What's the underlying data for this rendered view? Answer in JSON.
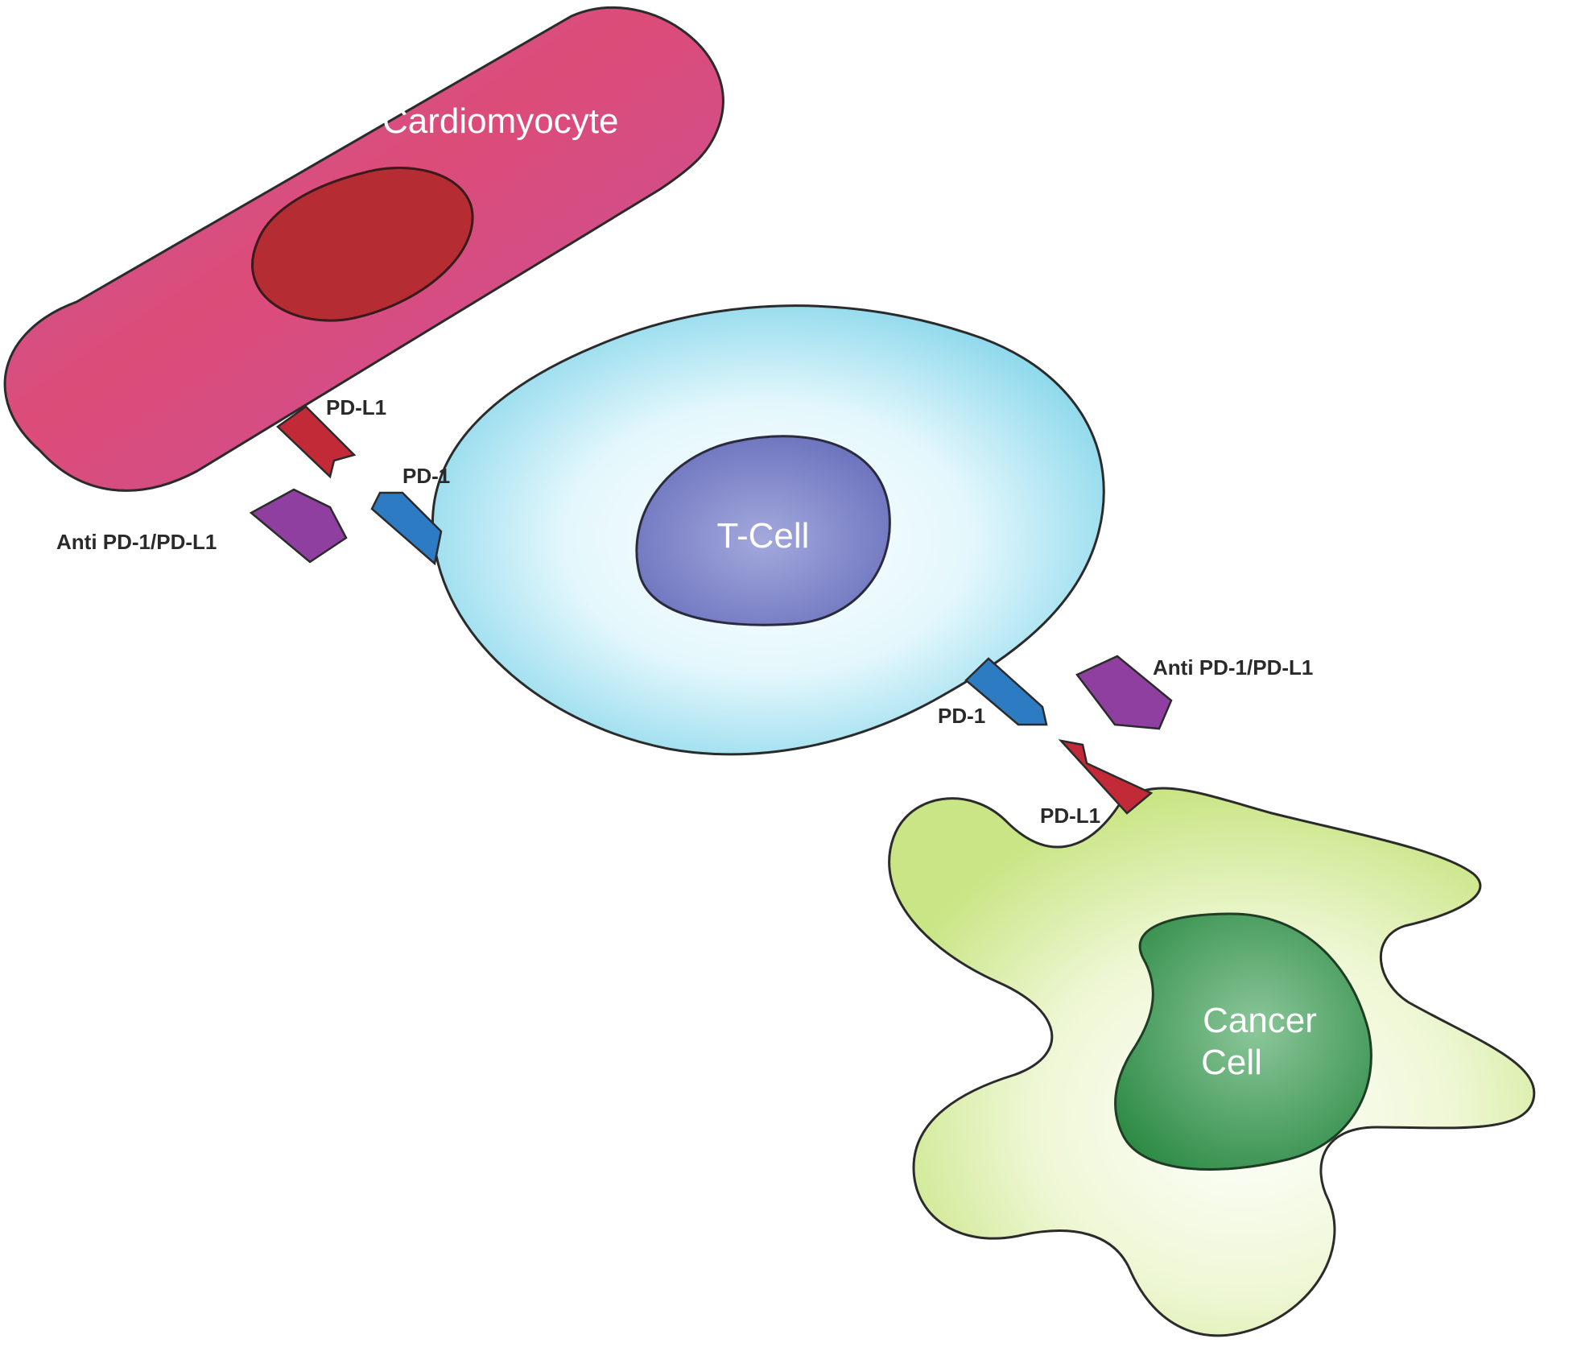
{
  "cells": {
    "cardiomyocyte": {
      "label": "Cardiomyocyte"
    },
    "tcell": {
      "label": "T-Cell"
    },
    "cancer": {
      "label_line1": "Cancer",
      "label_line2": "Cell"
    }
  },
  "molecules": {
    "pdl1_label": "PD-L1",
    "pd1_label": "PD-1",
    "antibody_label": "Anti PD-1/PD-L1"
  },
  "colors": {
    "cardiomyocyte_body": "#d94c80",
    "cardiomyocyte_nucleus": "#b52d32",
    "tcell_body": "#a8e4f2",
    "tcell_nucleus": "#7f86c8",
    "cancer_body": "#d6ec9c",
    "cancer_nucleus": "#3f9a55",
    "pdl1": "#c12a36",
    "pd1": "#2d7bc2",
    "antibody": "#8e3f9f"
  }
}
